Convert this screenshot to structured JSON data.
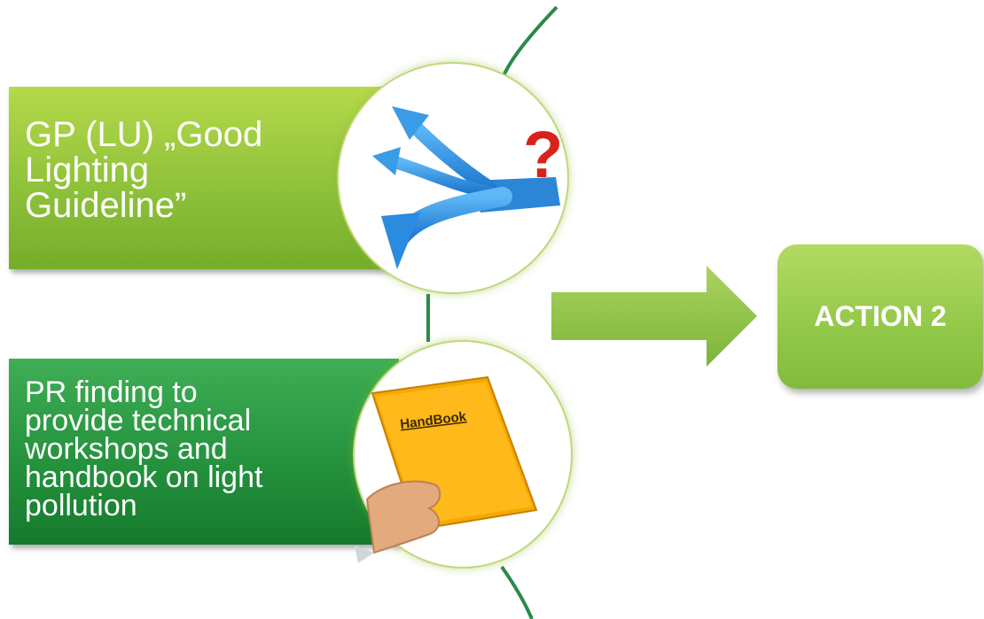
{
  "box1": {
    "text": "GP (LU) „Good\nLighting\nGuideline”"
  },
  "box2": {
    "text": "PR finding to\nprovide technical\nworkshops and\nhandbook on light\npollution"
  },
  "handbook_label": "HandBook",
  "action": {
    "label": "ACTION 2"
  },
  "icons": {
    "circle1": "crossroads-arrows-question-icon",
    "circle2": "handbook-in-hand-icon",
    "arrow": "right-arrow-icon"
  },
  "colors": {
    "box1": "#8fc23b",
    "box2": "#23903c",
    "action": "#94c94a",
    "connector": "#2a8a4a"
  }
}
